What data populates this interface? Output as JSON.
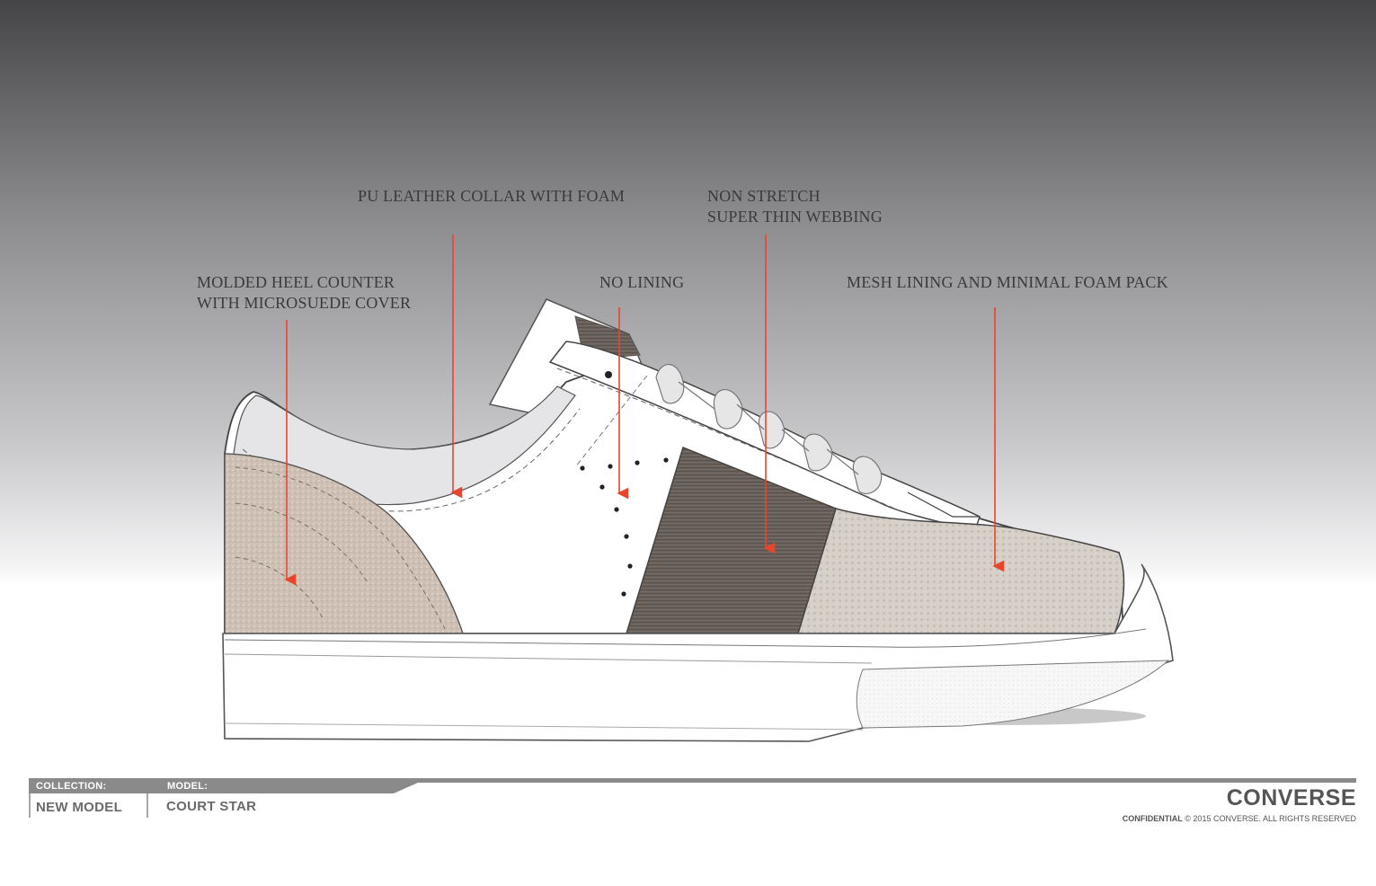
{
  "callouts": {
    "heel": {
      "line1": "MOLDED HEEL COUNTER",
      "line2": "WITH MICROSUEDE COVER"
    },
    "collar": {
      "line1": "PU LEATHER COLLAR WITH FOAM"
    },
    "lining": {
      "line1": "NO LINING"
    },
    "webbing": {
      "line1": "NON STRETCH",
      "line2": "SUPER THIN WEBBING"
    },
    "mesh": {
      "line1": "MESH LINING AND MINIMAL FOAM PACK"
    }
  },
  "footer": {
    "collection_label": "COLLECTION:",
    "collection_value": "NEW MODEL",
    "model_label": "MODEL:",
    "model_value": "COURT STAR",
    "brand": "CONVERSE",
    "confidential": "CONFIDENTIAL",
    "copyright": "© 2015 CONVERSE.  ALL RIGHTS RESERVED"
  },
  "colors": {
    "arrow": "#e8452c",
    "background_top": "#48484a",
    "background_mid": "#d6d6d9",
    "suede": "#cfc2b6",
    "webbing": "#6b625c",
    "mesh": "#d8d2cb",
    "footer_bar": "#8a8a8a"
  }
}
